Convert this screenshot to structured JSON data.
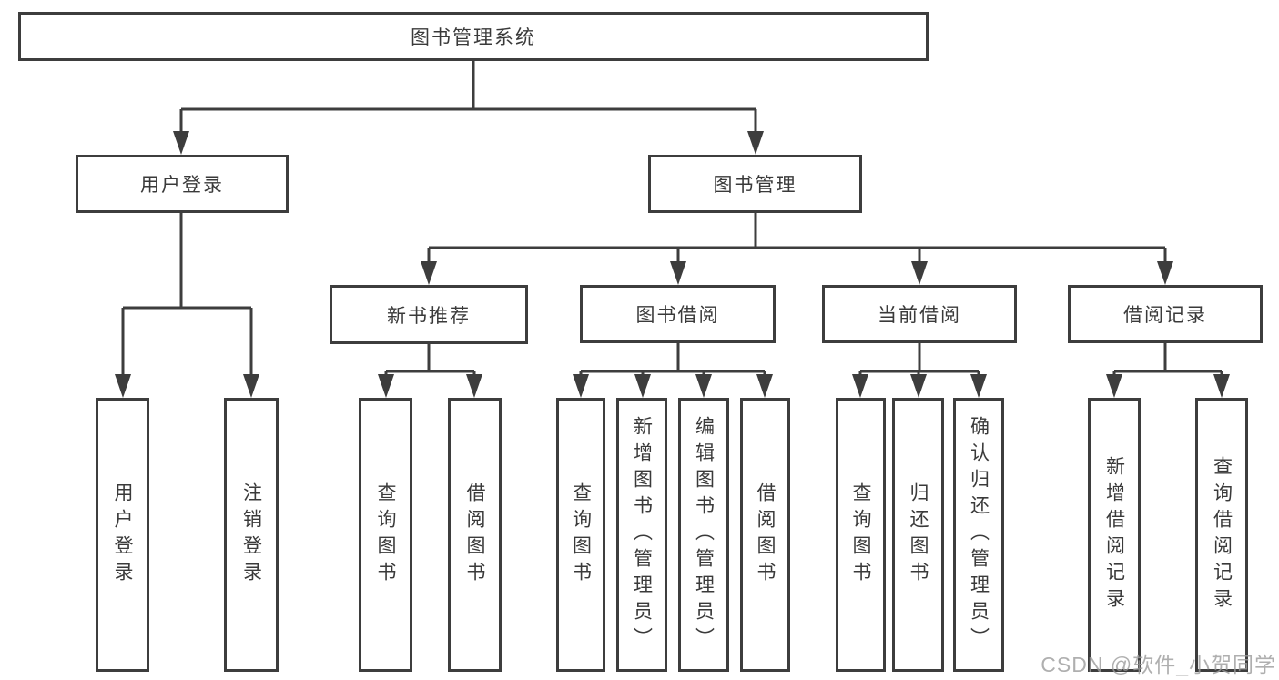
{
  "diagram": {
    "title": "图书管理系统",
    "tree": {
      "label": "图书管理系统",
      "children": [
        {
          "label": "用户登录",
          "children": [
            {
              "label": "用户登录"
            },
            {
              "label": "注销登录"
            }
          ]
        },
        {
          "label": "图书管理",
          "children": [
            {
              "label": "新书推荐",
              "children": [
                {
                  "label": "查询图书"
                },
                {
                  "label": "借阅图书"
                }
              ]
            },
            {
              "label": "图书借阅",
              "children": [
                {
                  "label": "查询图书"
                },
                {
                  "label": "新增图书（管理员）"
                },
                {
                  "label": "编辑图书（管理员）"
                },
                {
                  "label": "借阅图书"
                }
              ]
            },
            {
              "label": "当前借阅",
              "children": [
                {
                  "label": "查询图书"
                },
                {
                  "label": "归还图书"
                },
                {
                  "label": "确认归还（管理员）"
                }
              ]
            },
            {
              "label": "借阅记录",
              "children": [
                {
                  "label": "新增借阅记录"
                },
                {
                  "label": "查询借阅记录"
                }
              ]
            }
          ]
        }
      ]
    },
    "watermark": "CSDN @软件_小贺同学",
    "colors": {
      "line": "#3d3d3d",
      "box_border": "#3d3d3d",
      "text": "#3a3a3a",
      "background": "#ffffff",
      "watermark": "#9c9c9c"
    }
  }
}
